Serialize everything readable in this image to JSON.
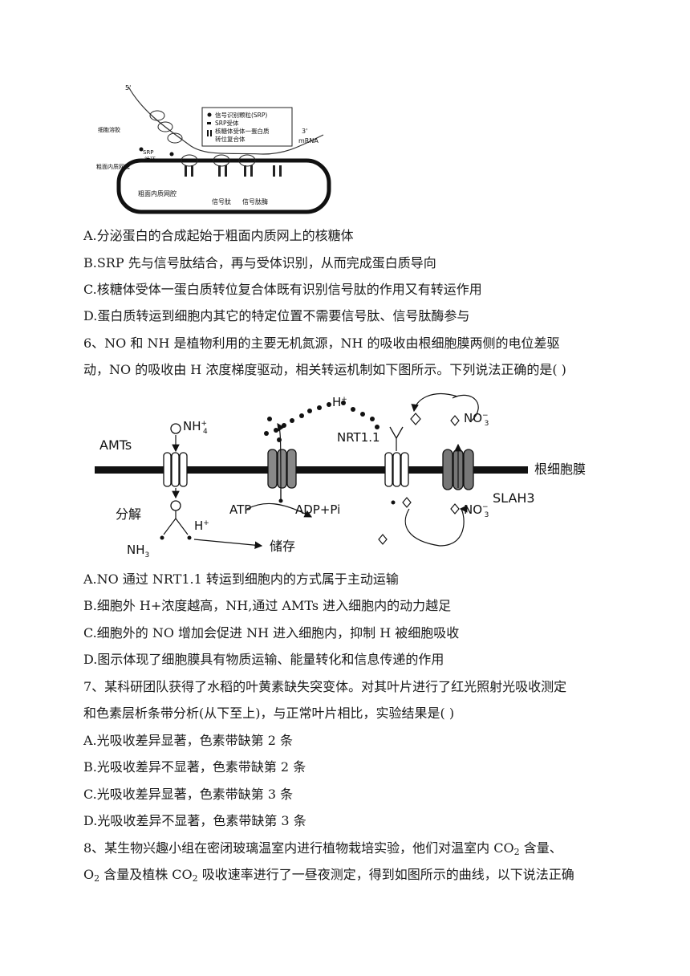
{
  "figure1": {
    "labels": {
      "five_prime": "5'",
      "three_prime": "3'",
      "mrna": "mRNA",
      "cytosol": "细胞溶胶",
      "srp_cycle_1": "SRP",
      "srp_cycle_2": "循环",
      "rough_er_membrane": "粗面内质网膜",
      "er_lumen": "粗面内质网腔",
      "signal_peptide": "信号肽",
      "signal_peptidase": "信号肽酶"
    },
    "legend": {
      "srp": "信号识别颗粒(SRP)",
      "srp_receptor": "SRP受体",
      "complex_1": "核糖体受体一蛋白质",
      "complex_2": "转位复合体"
    }
  },
  "q5_options": [
    "A.分泌蛋白的合成起始于粗面内质网上的核糖体",
    "B.SRP 先与信号肽结合，再与受体识别，从而完成蛋白质导向",
    "C.核糖体受体一蛋白质转位复合体既有识别信号肽的作用又有转运作用",
    "D.蛋白质转运到细胞内其它的特定位置不需要信号肽、信号肽酶参与"
  ],
  "q6": {
    "stem_line1": "6、NO 和 NH 是植物利用的主要无机氮源，NH 的吸收由根细胞膜两侧的电位差驱",
    "stem_line2": "动，NO 的吸收由 H 浓度梯度驱动，相关转运机制如下图所示。下列说法正确的是(   )",
    "options": [
      "A.NO 通过 NRT1.1 转运到细胞内的方式属于主动运输",
      "B.细胞外 H+浓度越高，NH,通过 AMTs 进入细胞内的动力越足",
      "C.细胞外的 NO 增加会促进 NH 进入细胞内，抑制 H 被细胞吸收",
      "D.图示体现了细胞膜具有物质运输、能量转化和信息传递的作用"
    ]
  },
  "figure2": {
    "amts": "AMTs",
    "nh4": "NH",
    "nh4_sup": "+",
    "nh4_sub": "4",
    "h_plus": "H",
    "plus": "+",
    "nrt": "NRT1.1",
    "no3_top": "NO",
    "no3_bottom": "NO",
    "no3_sub": "3",
    "no3_sup": "−",
    "membrane": "根细胞膜",
    "slah3": "SLAH3",
    "decompose": "分解",
    "atp": "ATP",
    "adp": "ADP+Pi",
    "nh3": "NH",
    "nh3_sub": "3",
    "storage": "储存"
  },
  "q7": {
    "stem_line1": "7、某科研团队获得了水稻的叶黄素缺失突变体。对其叶片进行了红光照射光吸收测定",
    "stem_line2": "和色素层析条带分析(从下至上)，与正常叶片相比，实验结果是(   )",
    "options": [
      "A.光吸收差异显著，色素带缺第 2 条",
      "B.光吸收差异不显著，色素带缺第 2 条",
      "C.光吸收差异显著，色素带缺第 3 条",
      "D.光吸收差异不显著，色素带缺第 3 条"
    ]
  },
  "q8": {
    "l1_a": "8、某生物兴趣小组在密闭玻璃温室内进行植物栽培实验，他们对温室内 CO",
    "l1_sub": "2",
    "l1_b": " 含量、",
    "l2_a": "O",
    "l2_sub1": "2",
    "l2_b": " 含量及植株 CO",
    "l2_sub2": "2",
    "l2_c": " 吸收速率进行了一昼夜测定，得到如图所示的曲线，以下说法正确"
  }
}
